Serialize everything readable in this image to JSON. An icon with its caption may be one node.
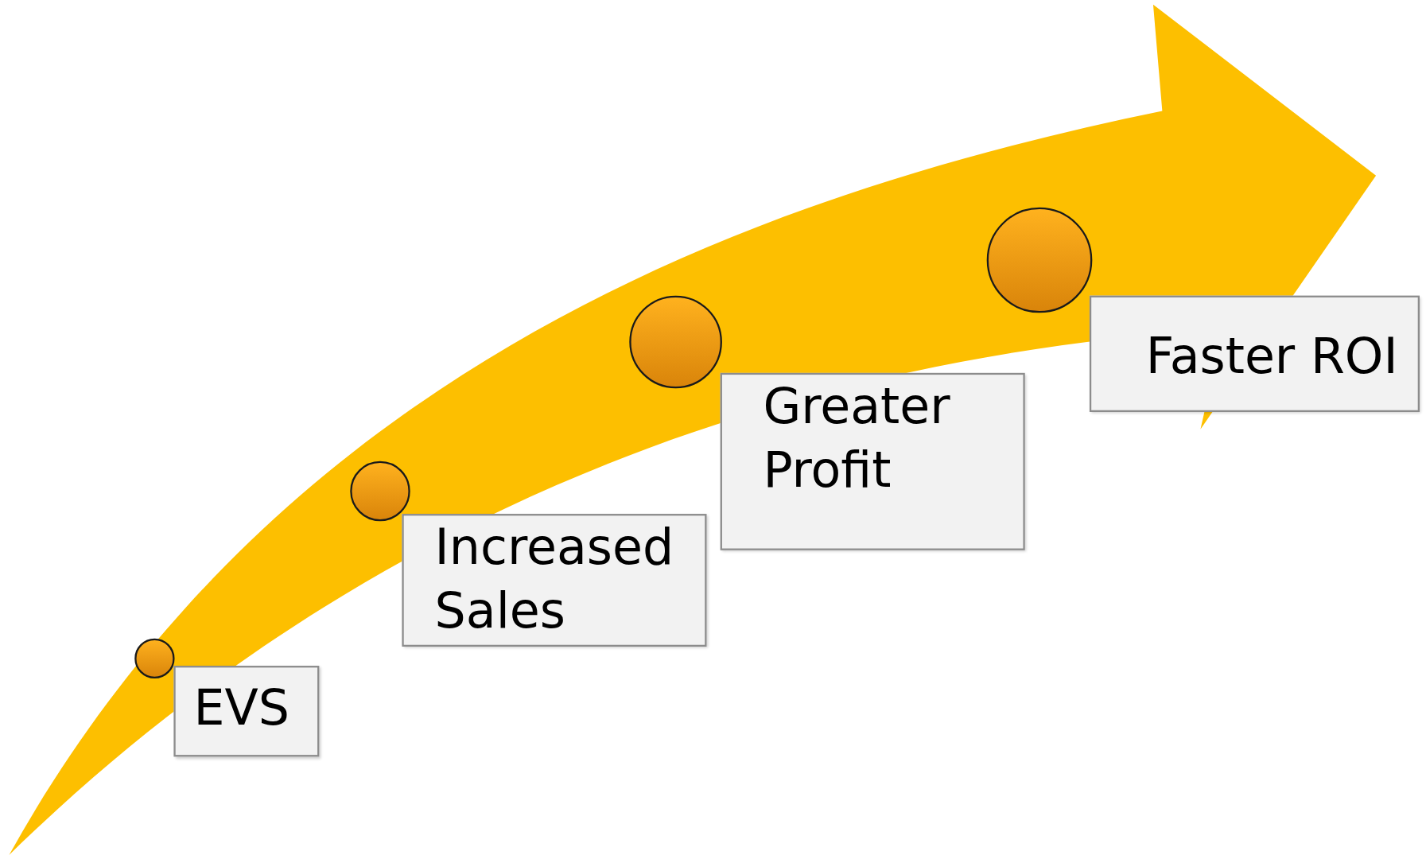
{
  "diagram": {
    "nodes": [
      {
        "text": [
          "EVS"
        ]
      },
      {
        "text": [
          "Increased Sales"
        ]
      },
      {
        "text": [
          "Greater Profit"
        ]
      },
      {
        "text": [
          "Faster ROI"
        ]
      },
      {
        "text": [],
        "shape": "circle"
      },
      {
        "text": [],
        "shape": "circle"
      },
      {
        "text": [],
        "shape": "circle"
      },
      {
        "text": [],
        "shape": "circle"
      }
    ]
  }
}
